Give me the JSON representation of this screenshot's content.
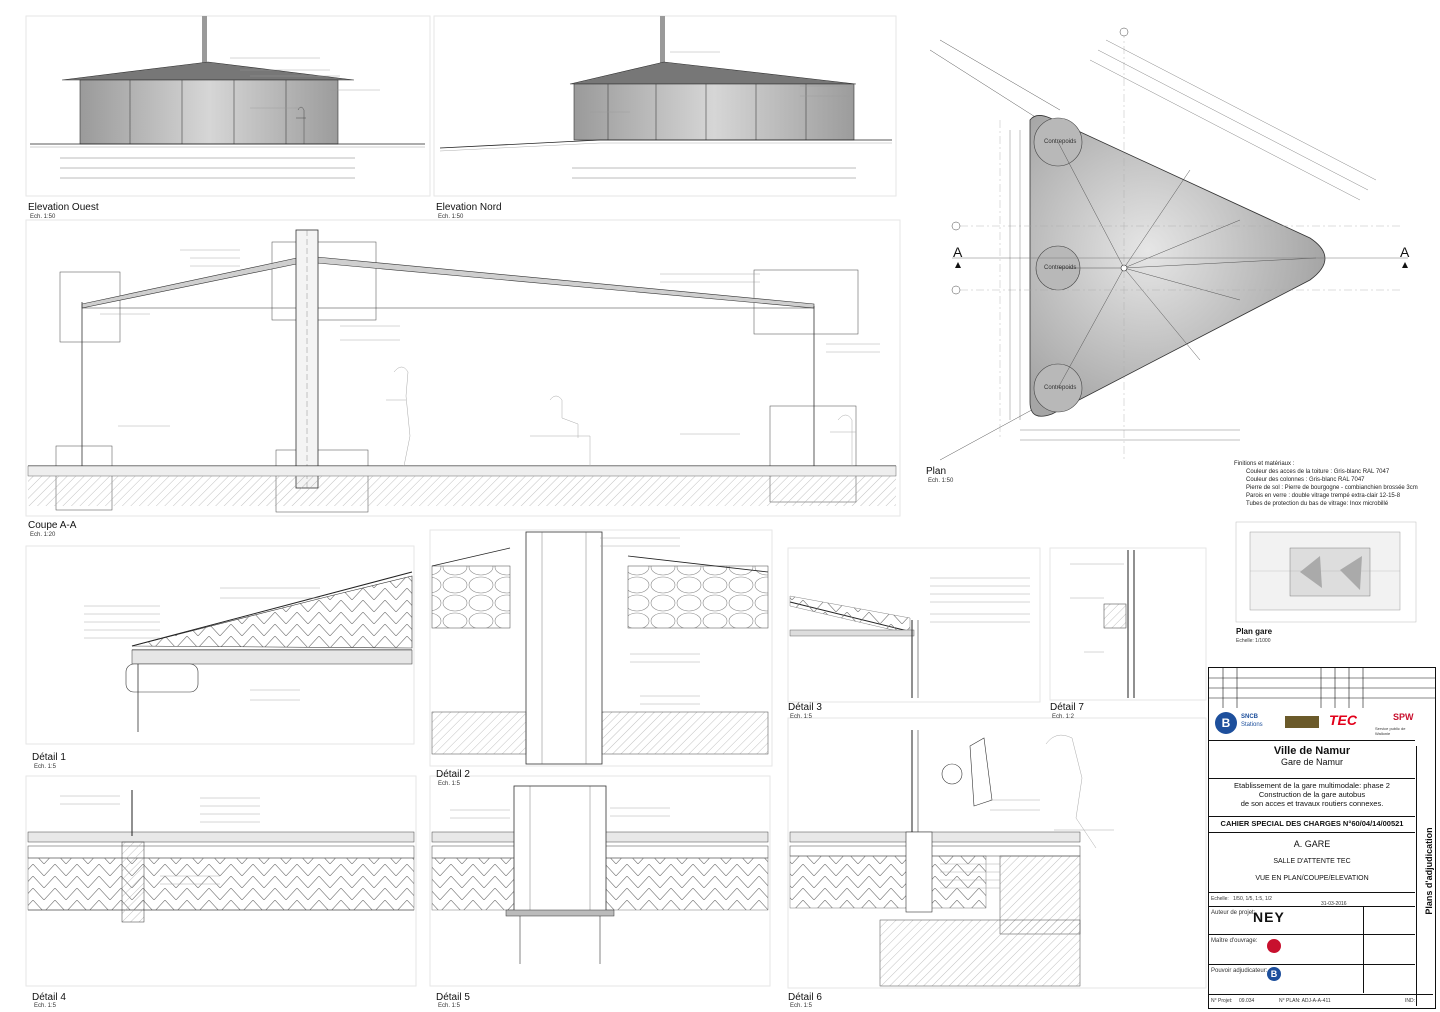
{
  "views": {
    "elev_ouest": {
      "title": "Elevation Ouest",
      "scale": "Ech. 1:50"
    },
    "elev_nord": {
      "title": "Elevation Nord",
      "scale": "Ech. 1:50"
    },
    "coupe": {
      "title": "Coupe A-A",
      "scale": "Ech. 1:20"
    },
    "plan": {
      "title": "Plan",
      "scale": "Ech. 1:50"
    },
    "plan_gare": {
      "title": "Plan gare",
      "scale": "Echelle: 1/1000"
    },
    "d1": {
      "title": "Détail 1",
      "scale": "Ech. 1:5"
    },
    "d2": {
      "title": "Détail 2",
      "scale": "Ech. 1:5"
    },
    "d3": {
      "title": "Détail 3",
      "scale": "Ech. 1:5"
    },
    "d4": {
      "title": "Détail 4",
      "scale": "Ech. 1:5"
    },
    "d5": {
      "title": "Détail 5",
      "scale": "Ech. 1:5"
    },
    "d6": {
      "title": "Détail 6",
      "scale": "Ech. 1:5"
    },
    "d7": {
      "title": "Détail 7",
      "scale": "Ech. 1:2"
    }
  },
  "plan_labels": {
    "section_a": "A",
    "contrepoids": "Contrepoids"
  },
  "materials": {
    "heading": "Finitions et matériaux :",
    "items": [
      "Couleur des acces de la toiture : Gris-blanc RAL 7047",
      "Couleur des colonnes : Gris-blanc RAL 7047",
      "Pierre de sol : Pierre de bourgogne - combianchien brossée 3cm",
      "Parois en verre : double vitrage trempé extra-clair 12-15-8",
      "Tubes de protection du bas de vitrage: Inox microbillé"
    ]
  },
  "titleblock": {
    "logos": {
      "sncb": "SNCB",
      "stations": "Stations",
      "tec": "TEC",
      "spw": "SPW",
      "spw_sub": "Service public de Wallonie"
    },
    "city": "Ville de Namur",
    "station": "Gare de Namur",
    "project_lines": [
      "Etablissement de la gare multimodale: phase 2",
      "Construction de la gare autobus",
      "de son acces et travaux routiers connexes."
    ],
    "cahier": "CAHIER SPECIAL DES CHARGES N°60/04/14/00521",
    "section": "A. GARE",
    "room": "SALLE D'ATTENTE TEC",
    "view": "VUE EN PLAN/COUPE/ELEVATION",
    "side": "Plans d'adjudication",
    "echelle_label": "Echelle:",
    "echelle_value": "1/50, 1/5, 1:5, 1/2",
    "date": "31-03-2016",
    "auteur_label": "Auteur de projet:",
    "ney": "NEY",
    "maitre_label": "Maître d'ouvrage:",
    "pouvoir_label": "Pouvoir adjudicateur:",
    "projet_label": "N° Projet:",
    "projet_value": "09.034",
    "plan_label": "N° PLAN: ADJ-A-A-411",
    "ind_label": "IND:"
  }
}
